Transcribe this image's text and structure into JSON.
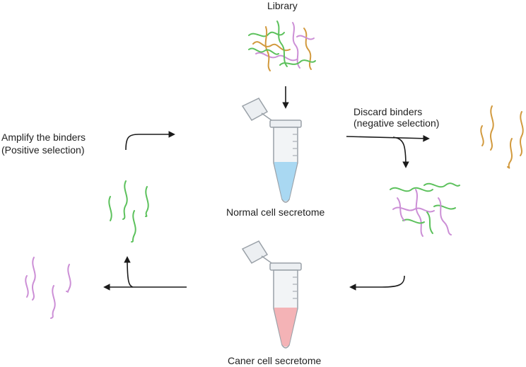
{
  "labels": {
    "library": "Library",
    "normal_tube": "Normal cell secretome",
    "cancer_tube": "Caner cell secretome",
    "discard_line1": "Discard binders",
    "discard_line2": "(negative selection)",
    "amplify_line1": "Amplify the binders",
    "amplify_line2": "(Positive selection)"
  },
  "colors": {
    "green": "#5cc15c",
    "pink": "#cc8fd6",
    "orange": "#d29a3e",
    "arrow": "#1a1a1a",
    "normal_liquid": "#a9d8f2",
    "cancer_liquid": "#f4b3b6",
    "tube_body": "#f2f4f6",
    "tube_stroke": "#9aa1a8"
  }
}
